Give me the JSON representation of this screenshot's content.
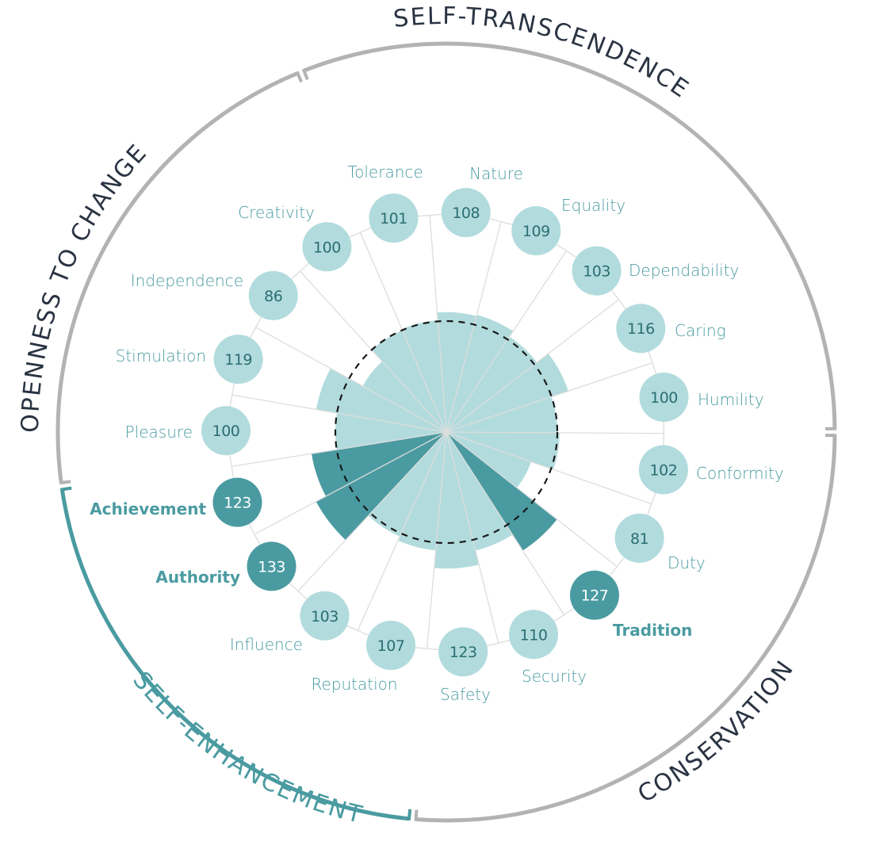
{
  "chart_data": {
    "type": "radial-bar",
    "title": "",
    "baseline_value": 100,
    "baseline_style": "dashed",
    "colors": {
      "normal": "#b2dbdd",
      "highlight": "#4a9ba1",
      "value_text_normal": "#2b6e73",
      "value_text_highlight": "#ffffff",
      "label_text": "#4a9ba1",
      "category_text": "#2a3342",
      "ring_normal": "#b3b3b3",
      "ring_highlight": "#4a9ba1",
      "spoke": "#dddddd",
      "baseline": "#1a1a1a"
    },
    "series": [
      {
        "name": "Nature",
        "value": 108,
        "highlight": false
      },
      {
        "name": "Equality",
        "value": 109,
        "highlight": false
      },
      {
        "name": "Dependability",
        "value": 103,
        "highlight": false
      },
      {
        "name": "Caring",
        "value": 116,
        "highlight": false
      },
      {
        "name": "Humility",
        "value": 100,
        "highlight": false
      },
      {
        "name": "Conformity",
        "value": 102,
        "highlight": false
      },
      {
        "name": "Duty",
        "value": 81,
        "highlight": false
      },
      {
        "name": "Tradition",
        "value": 127,
        "highlight": true
      },
      {
        "name": "Security",
        "value": 110,
        "highlight": false
      },
      {
        "name": "Safety",
        "value": 123,
        "highlight": false
      },
      {
        "name": "Reputation",
        "value": 107,
        "highlight": false
      },
      {
        "name": "Influence",
        "value": 103,
        "highlight": false
      },
      {
        "name": "Authority",
        "value": 133,
        "highlight": true
      },
      {
        "name": "Achievement",
        "value": 123,
        "highlight": true
      },
      {
        "name": "Pleasure",
        "value": 100,
        "highlight": false
      },
      {
        "name": "Stimulation",
        "value": 119,
        "highlight": false
      },
      {
        "name": "Independence",
        "value": 86,
        "highlight": false
      },
      {
        "name": "Creativity",
        "value": 100,
        "highlight": false
      },
      {
        "name": "Tolerance",
        "value": 101,
        "highlight": false
      }
    ],
    "categories": [
      {
        "name": "SELF-TRANSCENDENCE",
        "members": [
          "Tolerance",
          "Nature",
          "Equality",
          "Dependability",
          "Caring",
          "Humility"
        ],
        "highlight": false
      },
      {
        "name": "CONSERVATION",
        "members": [
          "Conformity",
          "Duty",
          "Tradition",
          "Security",
          "Safety"
        ],
        "highlight": false
      },
      {
        "name": "SELF-ENHANCEMENT",
        "members": [
          "Reputation",
          "Influence",
          "Authority",
          "Achievement"
        ],
        "highlight": true
      },
      {
        "name": "OPENNESS TO CHANGE",
        "members": [
          "Pleasure",
          "Stimulation",
          "Independence",
          "Creativity"
        ],
        "highlight": false
      }
    ]
  }
}
